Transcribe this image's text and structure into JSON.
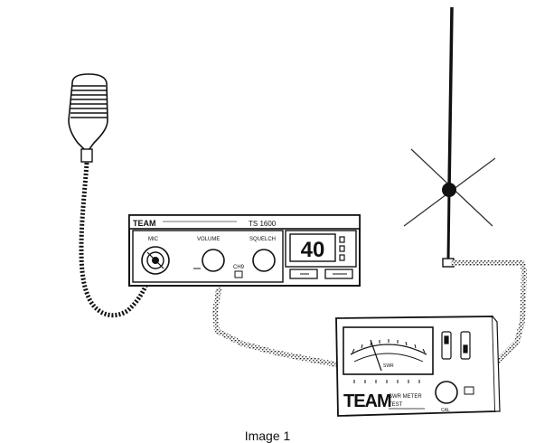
{
  "caption": "Image 1",
  "radio": {
    "brand": "TEAM",
    "model": "TS 1600",
    "channel": "40",
    "knob_labels": [
      "VOLUME",
      "SQUELCH"
    ],
    "mic_socket_label": "MIC",
    "switch_label": "CH9"
  },
  "meter": {
    "brand": "TEAM",
    "product_lines": [
      "SWR METER",
      "TEST"
    ],
    "scale_label": "SWR",
    "knob_label": "CAL"
  }
}
